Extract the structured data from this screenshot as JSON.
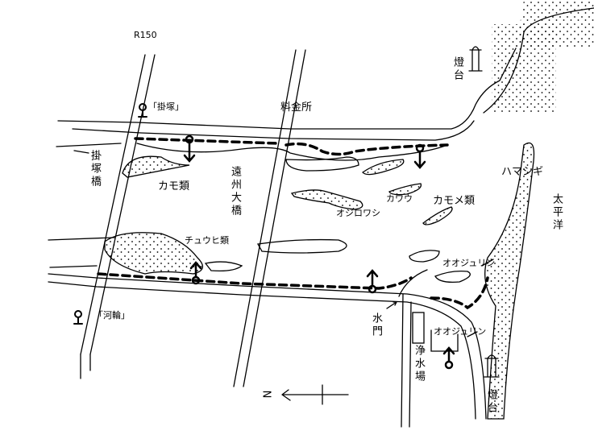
{
  "map": {
    "route_label": "R150",
    "lighthouse_top": "燈台",
    "lighthouse_bottom": "燈台",
    "bus_stop_kakezuka": "「掛塚」",
    "toll_gate": "料金所",
    "kakezuka_bridge": "掛塚橋",
    "enshu_bridge": "遠州大橋",
    "ducks": "カモ類",
    "harriers": "チュウヒ類",
    "dunlin": "ハマシギ",
    "pacific_ocean": "太平洋",
    "cormorant": "カワウ",
    "white_tailed_eagle": "オジロワシ",
    "gulls": "カモメ類",
    "reed_bunting_1": "オオジュリン",
    "reed_bunting_2": "オオジュリン",
    "sluice_gate": "水門",
    "water_plant": "浄水場",
    "bus_stop_kawawa": "「河輪」",
    "north_label": "N"
  },
  "colors": {
    "ink": "#000000",
    "paper": "#ffffff"
  }
}
